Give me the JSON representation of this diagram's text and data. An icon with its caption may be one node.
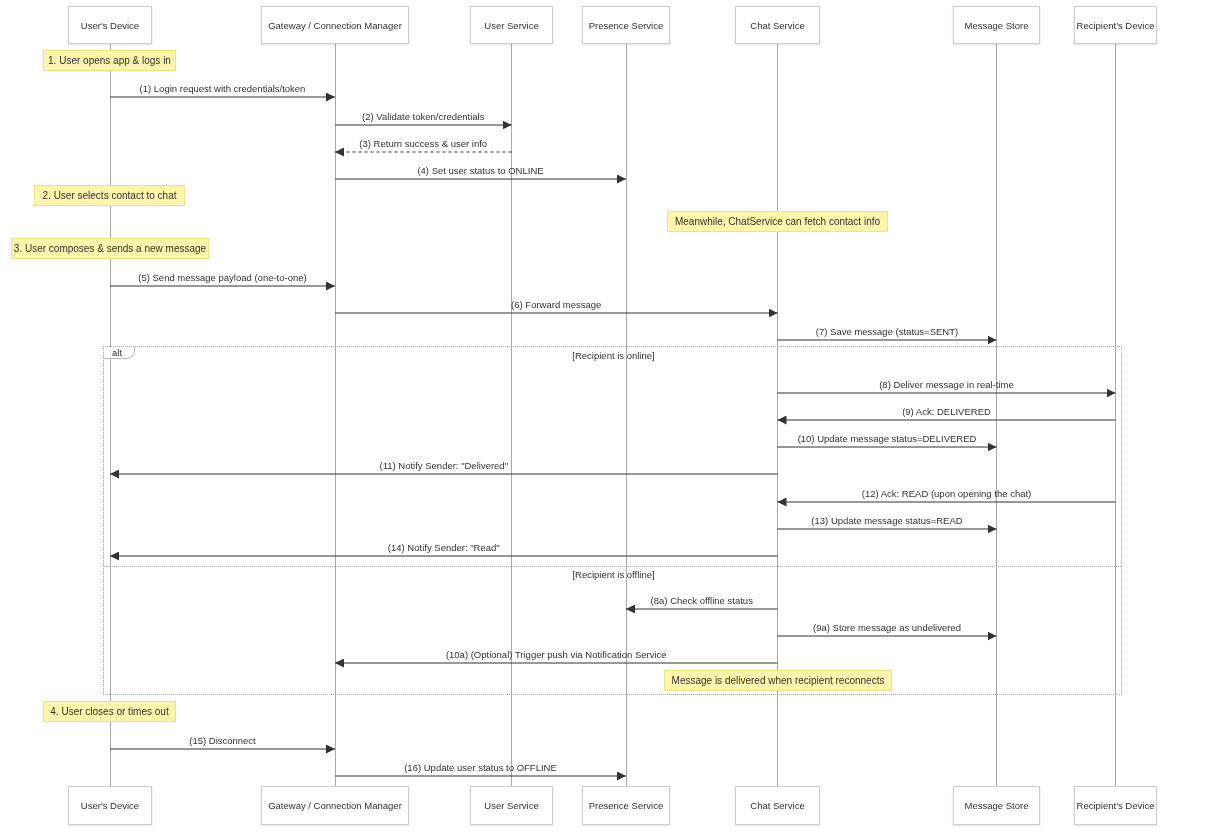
{
  "diagram": {
    "nodes": [
      {
        "text": [
          "User's Device"
        ]
      },
      {
        "text": [
          "Gateway / Connection Manager"
        ]
      },
      {
        "text": [
          "User Service"
        ]
      },
      {
        "text": [
          "Presence Service"
        ]
      },
      {
        "text": [
          "Chat Service"
        ]
      },
      {
        "text": [
          "Message Store"
        ]
      },
      {
        "text": [
          "Recipient's Device"
        ]
      },
      {
        "text": [],
        "shape": "bar"
      },
      {
        "text": [],
        "shape": "bar"
      },
      {
        "text": [],
        "shape": "bar"
      },
      {
        "text": [],
        "shape": "bar"
      },
      {
        "text": [],
        "shape": "bar"
      },
      {
        "text": [],
        "shape": "bar"
      },
      {
        "text": [],
        "shape": "bar"
      },
      {
        "text": [
          "1. User opens app & logs in"
        ]
      },
      {
        "text": [
          "2. User selects contact to chat"
        ]
      },
      {
        "text": [
          "Meanwhile, ChatService can fetch contact info"
        ]
      },
      {
        "text": [
          "3. User composes & sends a new message"
        ]
      },
      {
        "text": [
          "alt",
          "[Recipient is online]",
          "[Recipient is offline]"
        ]
      },
      {
        "text": [
          "Message is delivered when recipient reconnects"
        ],
        "in": 18
      },
      {
        "text": [
          "4. User closes or times out"
        ]
      },
      {
        "text": [
          "User's Device"
        ]
      },
      {
        "text": [
          "Gateway / Connection Manager"
        ]
      },
      {
        "text": [
          "User Service"
        ]
      },
      {
        "text": [
          "Presence Service"
        ]
      },
      {
        "text": [
          "Chat Service"
        ]
      },
      {
        "text": [
          "Message Store"
        ]
      },
      {
        "text": [
          "Recipient's Device"
        ]
      }
    ],
    "edges": [
      {
        "from": 7,
        "to": 8,
        "arrow": "to",
        "label": "(1) Login request with credentials/token"
      },
      {
        "from": 8,
        "to": 9,
        "arrow": "to",
        "label": "(2) Validate token/credentials"
      },
      {
        "from": 9,
        "to": 8,
        "arrow": "to",
        "label": "(3) Return success & user info",
        "style": "dashed"
      },
      {
        "from": 8,
        "to": 10,
        "arrow": "to",
        "label": "(4) Set user status to ONLINE"
      },
      {
        "from": 7,
        "to": 8,
        "arrow": "to",
        "label": "(5) Send message payload (one-to-one)"
      },
      {
        "from": 8,
        "to": 11,
        "arrow": "to",
        "label": "(6) Forward message"
      },
      {
        "from": 11,
        "to": 12,
        "arrow": "to",
        "label": "(7) Save message (status=SENT)"
      },
      {
        "from": 11,
        "to": 13,
        "arrow": "to",
        "label": "(8) Deliver message in real-time"
      },
      {
        "from": 13,
        "to": 11,
        "arrow": "to",
        "label": "(9) Ack: DELIVERED"
      },
      {
        "from": 11,
        "to": 12,
        "arrow": "to",
        "label": "(10) Update message status=DELIVERED"
      },
      {
        "from": 11,
        "to": 7,
        "arrow": "to",
        "label": "(11) Notify Sender: \"Delivered\""
      },
      {
        "from": 13,
        "to": 11,
        "arrow": "to",
        "label": "(12) Ack: READ (upon opening the chat)"
      },
      {
        "from": 11,
        "to": 12,
        "arrow": "to",
        "label": "(13) Update message status=READ"
      },
      {
        "from": 11,
        "to": 7,
        "arrow": "to",
        "label": "(14) Notify Sender: \"Read\""
      },
      {
        "from": 11,
        "to": 10,
        "arrow": "to",
        "label": "(8a) Check offline status"
      },
      {
        "from": 11,
        "to": 12,
        "arrow": "to",
        "label": "(9a) Store message as undelivered"
      },
      {
        "from": 11,
        "to": 8,
        "arrow": "to",
        "label": "(10a) (Optional) Trigger push via Notification Service"
      },
      {
        "from": 7,
        "to": 8,
        "arrow": "to",
        "label": "(15) Disconnect"
      },
      {
        "from": 8,
        "to": 10,
        "arrow": "to",
        "label": "(16) Update user status to OFFLINE"
      }
    ]
  }
}
